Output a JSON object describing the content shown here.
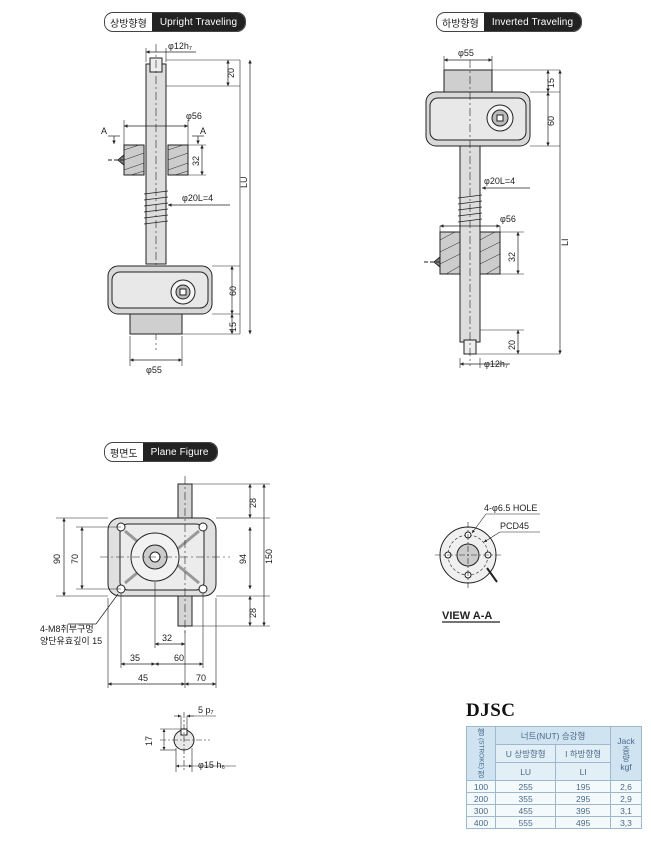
{
  "sections": {
    "upright": {
      "ko": "상방향형",
      "en": "Upright Traveling"
    },
    "inverted": {
      "ko": "하방향형",
      "en": "Inverted Traveling"
    },
    "plane": {
      "ko": "평면도",
      "en": "Plane Figure"
    }
  },
  "upright_dims": {
    "shaft_dia": "φ12h₇",
    "d20": "20",
    "a1": "A",
    "a2": "A",
    "d56": "φ56",
    "d32": "32",
    "d20L": "φ20L=4",
    "lu": "LU",
    "d60": "60",
    "d15": "15",
    "d55": "φ55"
  },
  "inverted_dims": {
    "d55": "φ55",
    "d15": "15",
    "d60": "60",
    "d20L": "φ20L=4",
    "d56": "φ56",
    "d32": "32",
    "li": "LI",
    "d20": "20",
    "shaft_dia": "φ12h₇"
  },
  "plane_dims": {
    "d28a": "28",
    "d90": "90",
    "d70": "70",
    "d94": "94",
    "d150": "150",
    "d28b": "28",
    "note1": "4-M8취부구멍",
    "note2": "양단유효깊이 15",
    "d32": "32",
    "d35": "35",
    "d60": "60",
    "d45": "45",
    "d70b": "70"
  },
  "key_dims": {
    "d5": "5 p₇",
    "d17": "17",
    "d15": "φ15 h₆"
  },
  "view": {
    "hole": "4-φ6.5 HOLE",
    "pcd": "PCD45",
    "title": "VIEW A-A"
  },
  "table": {
    "brand": "DJSC",
    "h_stroke_a": "행",
    "h_stroke_b": "(STROKE)",
    "h_stroke_c": "정",
    "h_lift": "너트(NUT) 승강형",
    "h_up": "U 상방향형",
    "h_down": "I 하방향형",
    "h_lu": "LU",
    "h_li": "LI",
    "h_jack_a": "Jack",
    "h_jack_b": "중량",
    "h_jack_c": "kgf",
    "rows": [
      {
        "stroke": "100",
        "lu": "255",
        "li": "195",
        "kgf": "2,6"
      },
      {
        "stroke": "200",
        "lu": "355",
        "li": "295",
        "kgf": "2,9"
      },
      {
        "stroke": "300",
        "lu": "455",
        "li": "395",
        "kgf": "3,1"
      },
      {
        "stroke": "400",
        "lu": "555",
        "li": "495",
        "kgf": "3,3"
      }
    ]
  }
}
